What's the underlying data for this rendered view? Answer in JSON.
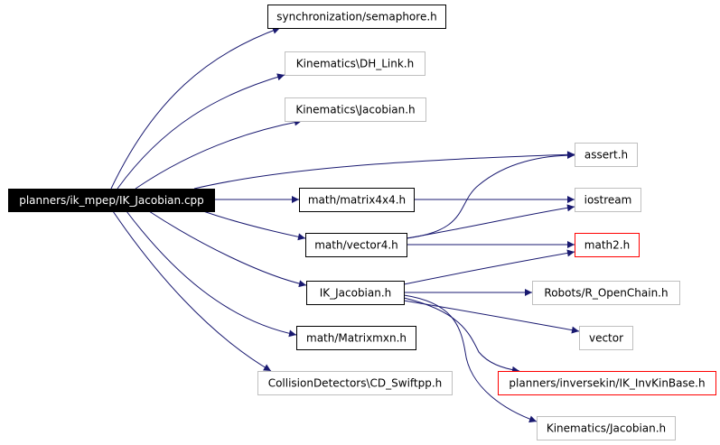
{
  "graph": {
    "colors": {
      "edge": "#191970",
      "border_default": "#000000",
      "border_gray": "#bfbfbf",
      "border_red": "#ff0000",
      "root_fill": "#000000",
      "root_text": "#ffffff",
      "text": "#000000"
    },
    "nodes": {
      "root": {
        "label": "planners/ik_mpep/IK_Jacobian.cpp",
        "style": "root"
      },
      "semaphore": {
        "label": "synchronization/semaphore.h",
        "style": "default"
      },
      "dh_link": {
        "label": "Kinematics\\DH_Link.h",
        "style": "gray"
      },
      "jacobian_bs": {
        "label": "Kinematics\\Jacobian.h",
        "style": "gray"
      },
      "assert": {
        "label": "assert.h",
        "style": "gray"
      },
      "matrix4x4": {
        "label": "math/matrix4x4.h",
        "style": "default"
      },
      "iostream": {
        "label": "iostream",
        "style": "gray"
      },
      "vector4": {
        "label": "math/vector4.h",
        "style": "default"
      },
      "math2": {
        "label": "math2.h",
        "style": "red"
      },
      "ik_jacobian": {
        "label": "IK_Jacobian.h",
        "style": "default"
      },
      "openchain": {
        "label": "Robots/R_OpenChain.h",
        "style": "gray"
      },
      "vector": {
        "label": "vector",
        "style": "gray"
      },
      "matrixmxn": {
        "label": "math/Matrixmxn.h",
        "style": "default"
      },
      "invkinbase": {
        "label": "planners/inversekin/IK_InvKinBase.h",
        "style": "red"
      },
      "swiftpp": {
        "label": "CollisionDetectors\\CD_Swiftpp.h",
        "style": "gray"
      },
      "jacobian_fs": {
        "label": "Kinematics/Jacobian.h",
        "style": "gray"
      }
    },
    "edges": [
      [
        "root",
        "semaphore"
      ],
      [
        "root",
        "dh_link"
      ],
      [
        "root",
        "jacobian_bs"
      ],
      [
        "root",
        "assert"
      ],
      [
        "root",
        "matrix4x4"
      ],
      [
        "root",
        "vector4"
      ],
      [
        "root",
        "ik_jacobian"
      ],
      [
        "root",
        "matrixmxn"
      ],
      [
        "root",
        "swiftpp"
      ],
      [
        "matrix4x4",
        "iostream"
      ],
      [
        "vector4",
        "assert"
      ],
      [
        "vector4",
        "iostream"
      ],
      [
        "vector4",
        "math2"
      ],
      [
        "ik_jacobian",
        "math2"
      ],
      [
        "ik_jacobian",
        "openchain"
      ],
      [
        "ik_jacobian",
        "vector"
      ],
      [
        "ik_jacobian",
        "invkinbase"
      ],
      [
        "ik_jacobian",
        "jacobian_fs"
      ]
    ]
  }
}
